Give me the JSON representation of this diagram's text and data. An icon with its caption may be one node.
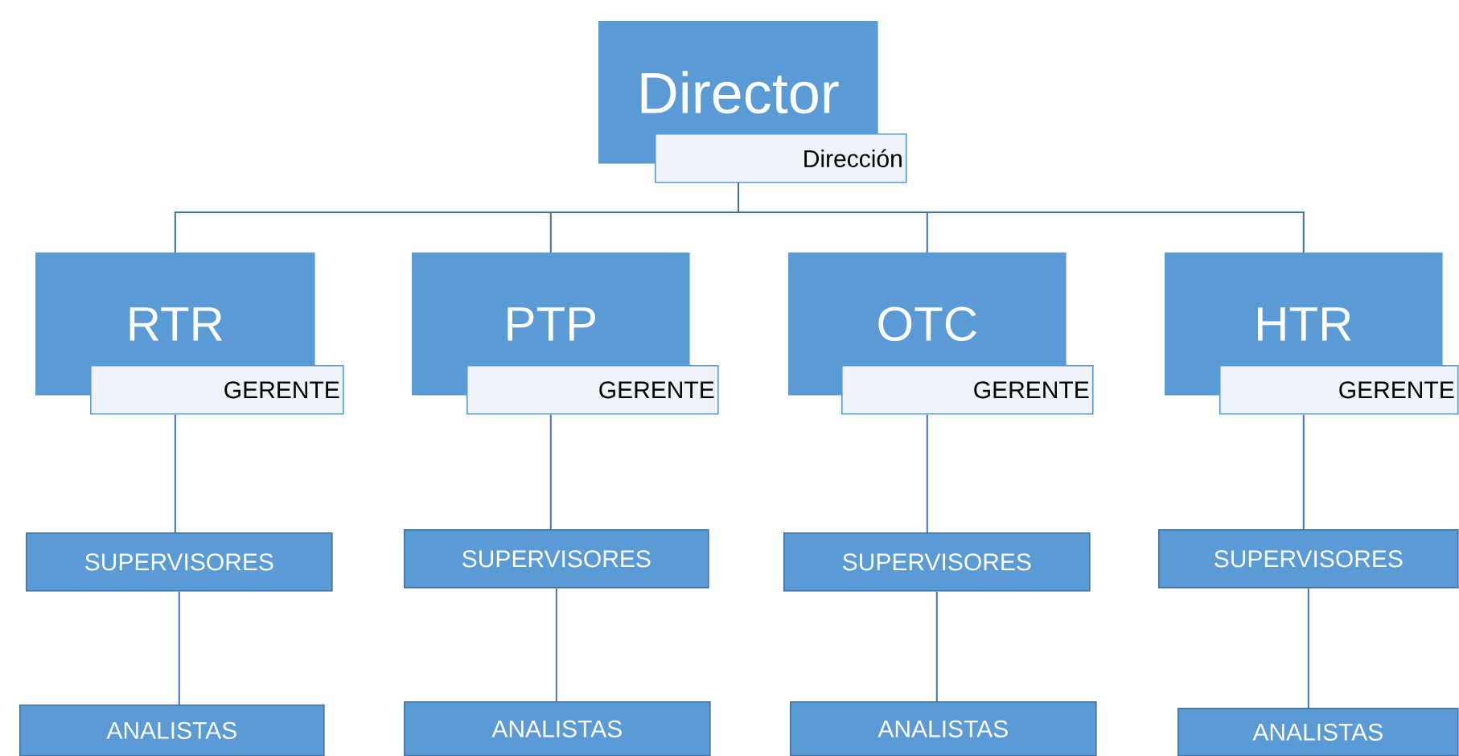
{
  "diagram": {
    "nodes": [
      {
        "text": [
          "Director",
          "Dirección"
        ]
      },
      {
        "text": [
          "RTR",
          "GERENTE"
        ]
      },
      {
        "text": [
          "PTP",
          "GERENTE"
        ]
      },
      {
        "text": [
          "OTC",
          "GERENTE"
        ]
      },
      {
        "text": [
          "HTR",
          "GERENTE"
        ]
      },
      {
        "text": [
          "SUPERVISORES"
        ]
      },
      {
        "text": [
          "SUPERVISORES"
        ]
      },
      {
        "text": [
          "SUPERVISORES"
        ]
      },
      {
        "text": [
          "SUPERVISORES"
        ]
      },
      {
        "text": [
          "ANALISTAS"
        ]
      },
      {
        "text": [
          "ANALISTAS"
        ]
      },
      {
        "text": [
          "ANALISTAS"
        ]
      },
      {
        "text": [
          "ANALISTAS"
        ]
      }
    ],
    "edges": [
      {
        "from": 0,
        "to": 1,
        "arrow": "none"
      },
      {
        "from": 0,
        "to": 2,
        "arrow": "none"
      },
      {
        "from": 0,
        "to": 3,
        "arrow": "none"
      },
      {
        "from": 0,
        "to": 4,
        "arrow": "none"
      },
      {
        "from": 1,
        "to": 5,
        "arrow": "none"
      },
      {
        "from": 2,
        "to": 6,
        "arrow": "none"
      },
      {
        "from": 3,
        "to": 7,
        "arrow": "none"
      },
      {
        "from": 4,
        "to": 8,
        "arrow": "none"
      },
      {
        "from": 5,
        "to": 9,
        "arrow": "none"
      },
      {
        "from": 6,
        "to": 10,
        "arrow": "none"
      },
      {
        "from": 7,
        "to": 11,
        "arrow": "none"
      },
      {
        "from": 8,
        "to": 12,
        "arrow": "none"
      }
    ]
  }
}
